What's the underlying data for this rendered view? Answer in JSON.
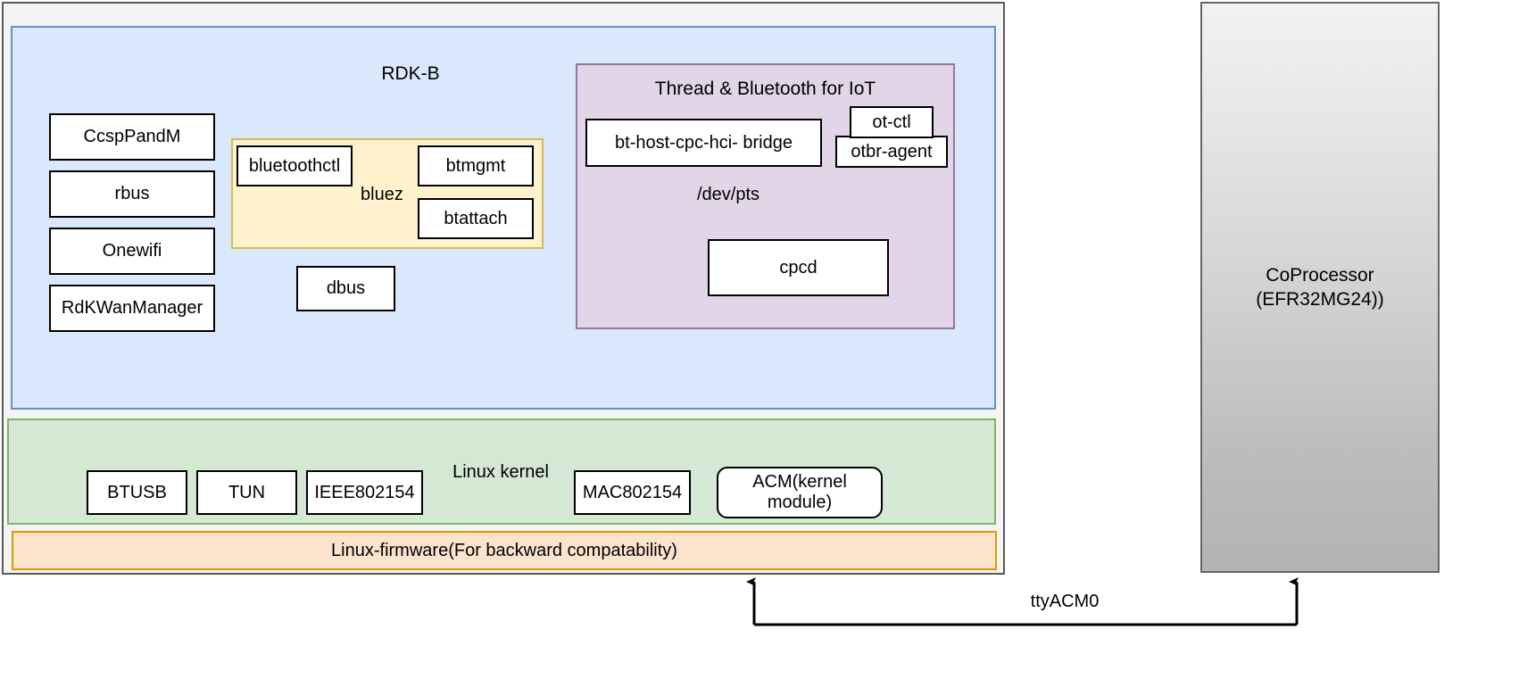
{
  "diagram": {
    "host": {
      "rdkb": {
        "title": "RDK-B",
        "left_stack": [
          {
            "label": "CcspPandM"
          },
          {
            "label": "rbus"
          },
          {
            "label": "Onewifi"
          },
          {
            "label": "RdKWanManager"
          }
        ],
        "dbus": {
          "label": "dbus"
        },
        "bluez": {
          "label": "bluez",
          "items": [
            {
              "label": "bluetoothctl"
            },
            {
              "label": "btmgmt"
            },
            {
              "label": "btattach"
            }
          ]
        },
        "iot": {
          "title": "Thread & Bluetooth for IoT",
          "devpts_label": "/dev/pts",
          "items": [
            {
              "label": "bt-host-cpc-hci- bridge"
            },
            {
              "label": "ot-ctl"
            },
            {
              "label": "otbr-agent"
            },
            {
              "label": "cpcd"
            }
          ]
        }
      },
      "kernel": {
        "title": "Linux kernel",
        "modules": [
          {
            "label": "BTUSB"
          },
          {
            "label": "TUN"
          },
          {
            "label": "IEEE802154"
          },
          {
            "label": "MAC802154"
          },
          {
            "label": "ACM(kernel module)"
          }
        ]
      },
      "firmware": {
        "label": "Linux-firmware(For backward compatability)"
      }
    },
    "coprocessor": {
      "label": "CoProcessor (EFR32MG24))",
      "line1": "CoProcessor",
      "line2": "(EFR32MG24))"
    },
    "connector": {
      "label": "ttyACM0"
    },
    "colors": {
      "rdkb_fill": "#dae8fc",
      "rdkb_stroke": "#6c8ebf",
      "bluez_fill": "#fff2cc",
      "bluez_stroke": "#d6b656",
      "iot_fill": "#e1d5e7",
      "iot_stroke": "#9673a6",
      "kernel_fill": "#d5e8d4",
      "kernel_stroke": "#82b366",
      "firmware_fill": "#fce3cd",
      "firmware_stroke": "#d79b00",
      "host_fill": "#f4f4f4",
      "host_stroke": "#595959",
      "box_stroke": "#000000"
    }
  }
}
